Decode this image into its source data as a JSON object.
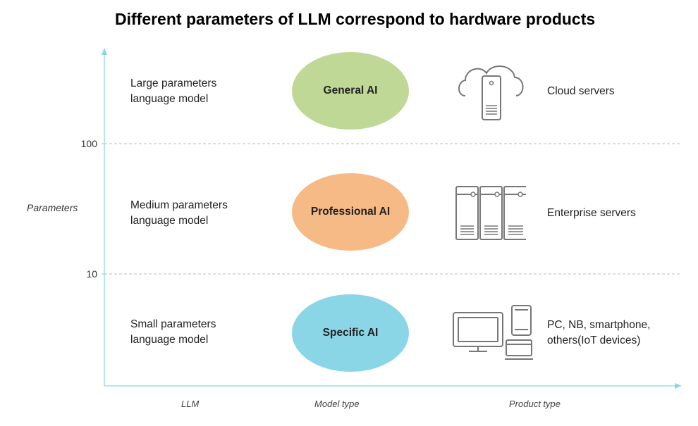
{
  "title": "Different parameters of LLM correspond to hardware products",
  "axis": {
    "y_label": "Parameters",
    "ticks": [
      "100",
      "10"
    ]
  },
  "rows": [
    {
      "llm_line1": "Large parameters",
      "llm_line2": "language model",
      "model_type": "General AI",
      "product_line1": "Cloud servers",
      "product_line2": "",
      "icon": "cloud-server-icon",
      "color": "#bfd895"
    },
    {
      "llm_line1": "Medium parameters",
      "llm_line2": "language model",
      "model_type": "Professional AI",
      "product_line1": "Enterprise servers",
      "product_line2": "",
      "icon": "enterprise-servers-icon",
      "color": "#f6ba86"
    },
    {
      "llm_line1": "Small parameters",
      "llm_line2": "language model",
      "model_type": "Specific AI",
      "product_line1": "PC, NB, smartphone,",
      "product_line2": "others(IoT devices)",
      "icon": "devices-icon",
      "color": "#8ad6e6"
    }
  ],
  "columns": [
    "LLM",
    "Model type",
    "Product type"
  ],
  "colors": {
    "axis": "#8ad6e6",
    "divider": "#bbbbbb",
    "icon_stroke": "#777777"
  }
}
